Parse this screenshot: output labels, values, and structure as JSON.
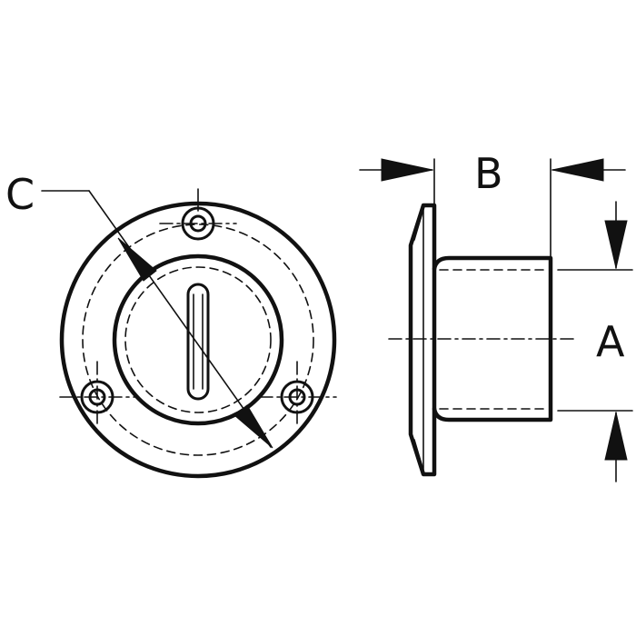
{
  "labels": {
    "diameter": "C",
    "length": "B",
    "height": "A"
  },
  "colors": {
    "ink": "#111111",
    "background": "#ffffff"
  }
}
